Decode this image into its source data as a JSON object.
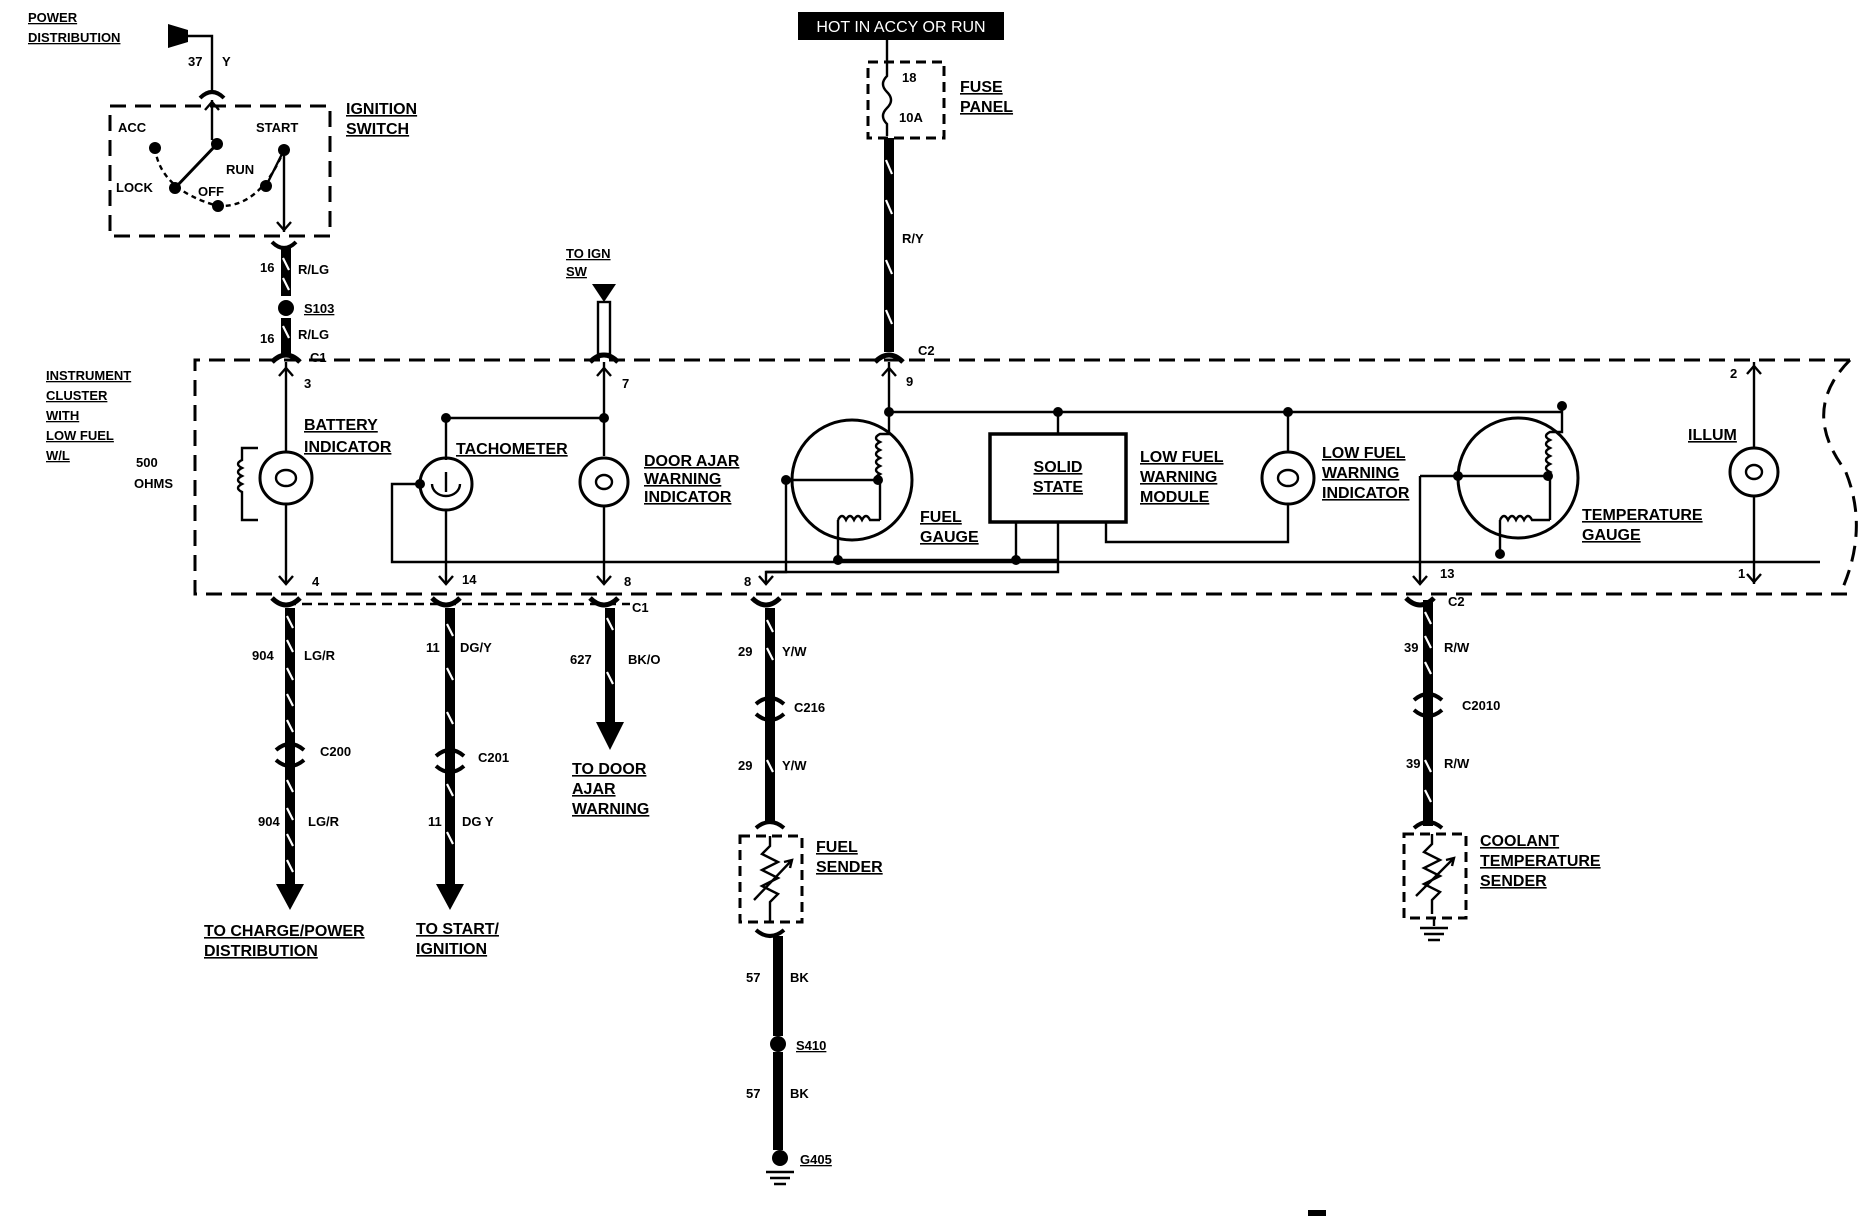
{
  "hot_box": "HOT IN ACCY OR RUN",
  "labels": {
    "power_dist_1": "POWER",
    "power_dist_2": "DISTRIBUTION",
    "ignition_switch_1": "IGNITION",
    "ignition_switch_2": "SWITCH",
    "acc": "ACC",
    "start": "START",
    "run": "RUN",
    "lock": "LOCK",
    "off": "OFF",
    "fuse_panel_1": "FUSE",
    "fuse_panel_2": "PANEL",
    "fuse_num": "18",
    "fuse_amp": "10A",
    "to_ign_sw_1": "TO IGN",
    "to_ign_sw_2": "SW",
    "cluster_1": "INSTRUMENT",
    "cluster_2": "CLUSTER",
    "cluster_3": "WITH",
    "cluster_4": "LOW FUEL",
    "cluster_5": "W/L",
    "ohms_1": "500",
    "ohms_2": "OHMS",
    "battery_1": "BATTERY",
    "battery_2": "INDICATOR",
    "tachometer": "TACHOMETER",
    "door_ajar_1": "DOOR AJAR",
    "door_ajar_2": "WARNING",
    "door_ajar_3": "INDICATOR",
    "fuel_gauge_1": "FUEL",
    "fuel_gauge_2": "GAUGE",
    "solid_state_1": "SOLID",
    "solid_state_2": "STATE",
    "lf_module_1": "LOW FUEL",
    "lf_module_2": "WARNING",
    "lf_module_3": "MODULE",
    "lf_ind_1": "LOW FUEL",
    "lf_ind_2": "WARNING",
    "lf_ind_3": "INDICATOR",
    "temp_gauge_1": "TEMPERATURE",
    "temp_gauge_2": "GAUGE",
    "illum": "ILLUM",
    "to_charge_1": "TO CHARGE/POWER",
    "to_charge_2": "DISTRIBUTION",
    "to_start_1": "TO START/",
    "to_start_2": "IGNITION",
    "to_door_1": "TO DOOR",
    "to_door_2": "AJAR",
    "to_door_3": "WARNING",
    "fuel_sender_1": "FUEL",
    "fuel_sender_2": "SENDER",
    "coolant_1": "COOLANT",
    "coolant_2": "TEMPERATURE",
    "coolant_3": "SENDER"
  },
  "wires": {
    "w37": "37",
    "w37c": "Y",
    "w16a": "16",
    "w16ac": "R/LG",
    "w16b": "16",
    "w16bc": "R/LG",
    "ry": "R/Y",
    "w904a": "904",
    "w904ac": "LG/R",
    "w904b": "904",
    "w904bc": "LG/R",
    "w11a": "11",
    "w11ac": "DG/Y",
    "w11b": "11",
    "w11bc": "DG Y",
    "w627": "627",
    "w627c": "BK/O",
    "w29a": "29",
    "w29ac": "Y/W",
    "w29b": "29",
    "w29bc": "Y/W",
    "w57a": "57",
    "w57ac": "BK",
    "w57b": "57",
    "w57bc": "BK",
    "w39a": "39",
    "w39ac": "R/W",
    "w39b": "39",
    "w39bc": "R/W"
  },
  "connectors": {
    "s103": "S103",
    "c1_top": "C1",
    "c2_top": "C2",
    "c1_bot": "C1",
    "c2_bot": "C2",
    "c200": "C200",
    "c201": "C201",
    "c216": "C216",
    "c2010": "C2010",
    "s410": "S410",
    "g405": "G405"
  },
  "pins": {
    "p3": "3",
    "p7": "7",
    "p9": "9",
    "p2": "2",
    "p4": "4",
    "p14": "14",
    "p8a": "8",
    "p8b": "8",
    "p13": "13",
    "p1": "1"
  }
}
